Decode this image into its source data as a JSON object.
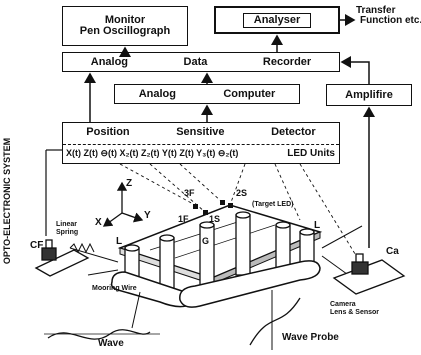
{
  "boxes": {
    "monitor_line1": "Monitor",
    "monitor_line2": "Pen Oscillograph",
    "analyser": "Analyser",
    "recorder_left": "Analog",
    "recorder_mid": "Data",
    "recorder_right": "Recorder",
    "computer_left": "Analog",
    "computer_right": "Computer",
    "amplifier": "Amplifire",
    "detector_title_1": "Position",
    "detector_title_2": "Sensitive",
    "detector_title_3": "Detector",
    "detector_channels": "X(t) Z(t) ⊖(t) X₂(t) Z₂(t) Y(t) Z(t) Y₃(t) ⊖₂(t)",
    "led_units": "LED Units"
  },
  "labels": {
    "transfer_line1": "Transfer",
    "transfer_line2": "Function etc.",
    "system_title": "OPTO-ELECTRONIC SYSTEM",
    "axis_z": "Z",
    "axis_x": "X",
    "axis_y": "Y",
    "linear_spring_1": "Linear",
    "linear_spring_2": "Spring",
    "mooring_wire": "Mooring Wire",
    "wave_left": "Wave",
    "wave_probe": "Wave Probe",
    "camera_1": "Camera",
    "camera_2": "Lens & Sensor",
    "cam_left": "CF",
    "cam_right": "Ca",
    "led_3f": "3F",
    "led_1f": "1F",
    "led_1s": "1S",
    "led_2s": "2S",
    "target_led": "(Target LED)",
    "mark_g": "G",
    "mark_l_left": "L",
    "mark_l_right": "L"
  }
}
